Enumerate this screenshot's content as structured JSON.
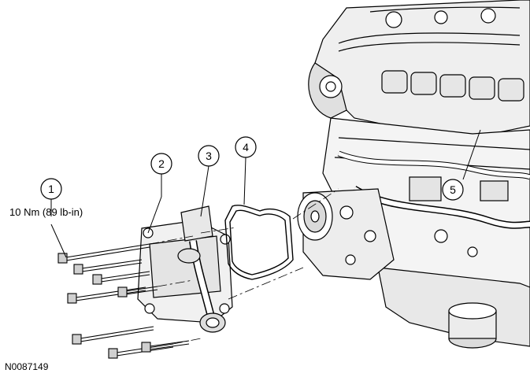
{
  "callouts": [
    {
      "id": "1",
      "label": "1"
    },
    {
      "id": "2",
      "label": "2"
    },
    {
      "id": "3",
      "label": "3"
    },
    {
      "id": "4",
      "label": "4"
    },
    {
      "id": "5",
      "label": "5"
    }
  ],
  "torque_spec": "10 Nm (89 lb-in)",
  "figure_id": "N0087149",
  "colors": {
    "line": "#000000",
    "background": "#ffffff",
    "shade": "#d9d9d9"
  }
}
